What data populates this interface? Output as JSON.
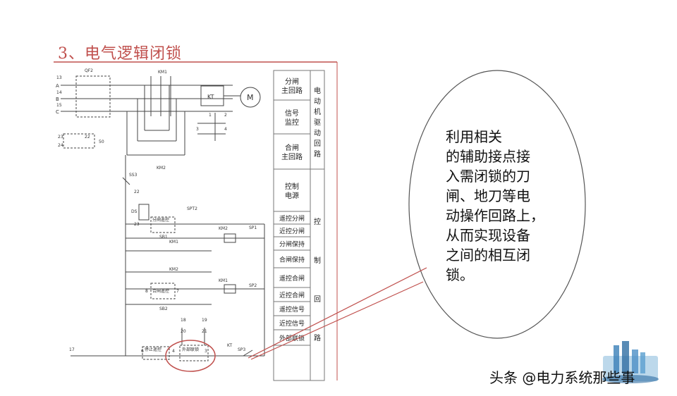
{
  "title": "3、电气逻辑闭锁",
  "callout": {
    "lines": [
      "利用相关",
      "的辅助接点接",
      "入需闭锁的刀",
      "闸、地刀等电",
      "动操作回路上，",
      "从而实现设备",
      "之间的相互闭",
      "锁。"
    ]
  },
  "watermark": "头条 @电力系统那些事",
  "legend": {
    "rows": [
      "分闸主回路",
      "信号监控",
      "合闸主回路",
      "控制电源",
      "遥控分闸",
      "近控分闸",
      "分闸保持",
      "合闸保持",
      "遥控合闸",
      "近控合闸",
      "遥控信号",
      "近控信号",
      "外部联锁"
    ],
    "group_main": "电动机驱动回路",
    "group_control": "控制回路"
  },
  "diagram_labels": {
    "phase": [
      "A",
      "B",
      "C"
    ],
    "terminals": [
      "13",
      "14",
      "15",
      "23",
      "24",
      "22",
      "50",
      "22",
      "23",
      "17",
      "6",
      "4",
      "3",
      "18",
      "19",
      "20",
      "21",
      "2",
      "1",
      "3",
      "4",
      "8",
      "7"
    ],
    "qf2": "QF2",
    "km1": "KM1",
    "km2": "KM2",
    "kt": "KT",
    "motor": "M",
    "ss3": "SS3",
    "ds": "DS",
    "sb1": "SB1",
    "sb2": "SB2",
    "sp1": "SP1",
    "sp2": "SP2",
    "sp3": "SP3",
    "spt2": "SPT2",
    "box_remote_open": "分闸遥控",
    "box_remote_close": "合闸遥控",
    "box_stop": "停止遥控",
    "box_external": "外部联锁"
  }
}
